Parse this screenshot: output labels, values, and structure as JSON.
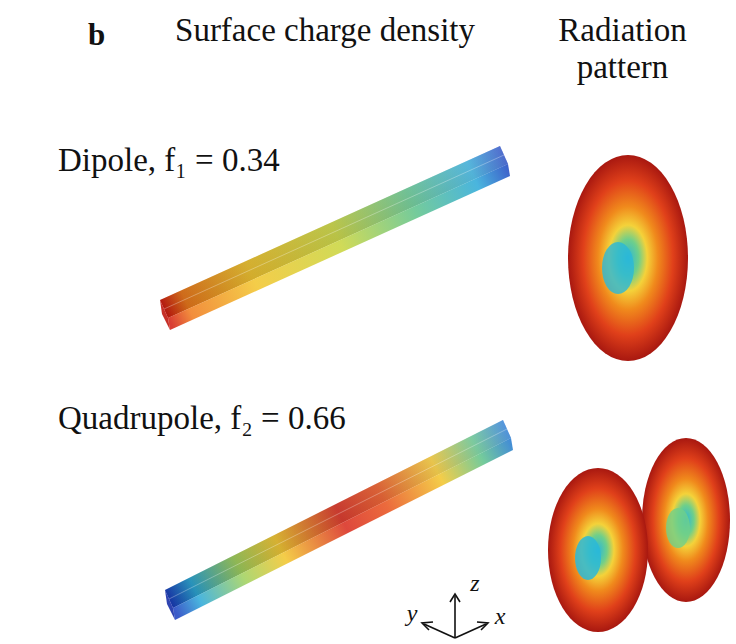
{
  "diagram": {
    "labels": [
      "b",
      "Surface charge density",
      "Radiation pattern",
      "Dipole, f₁ = 0.34",
      "Quadrupole, f₂ = 0.66",
      "y",
      "z",
      "x"
    ]
  }
}
